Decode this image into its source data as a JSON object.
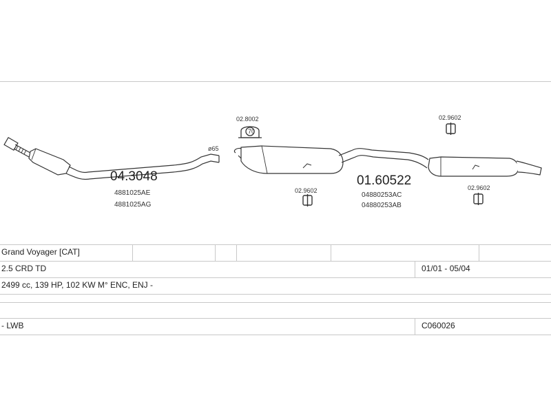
{
  "diagram": {
    "front_pipe": {
      "part_number": "04.3048",
      "oem_numbers": [
        "4881025AE",
        "4881025AG"
      ],
      "diameter_label": "ø65"
    },
    "middle_bracket": {
      "part_number": "02.8002",
      "ring_label": "70"
    },
    "rear_silencer": {
      "part_number": "01.60522",
      "oem_numbers": [
        "04880253AC",
        "04880253AB"
      ]
    },
    "hangers": [
      {
        "id": "hanger-middle",
        "part_number": "02.9602"
      },
      {
        "id": "hanger-top-right",
        "part_number": "02.9602"
      },
      {
        "id": "hanger-bottom-right",
        "part_number": "02.9602"
      }
    ]
  },
  "vehicle": {
    "model": "Grand Voyager  [CAT]",
    "engine": "2.5 CRD TD",
    "production_period": "01/01 - 05/04",
    "spec": "2499 cc, 139 HP, 102 KW M° ENC, ENJ -",
    "variant": "- LWB",
    "catalog_code": "C060026"
  }
}
